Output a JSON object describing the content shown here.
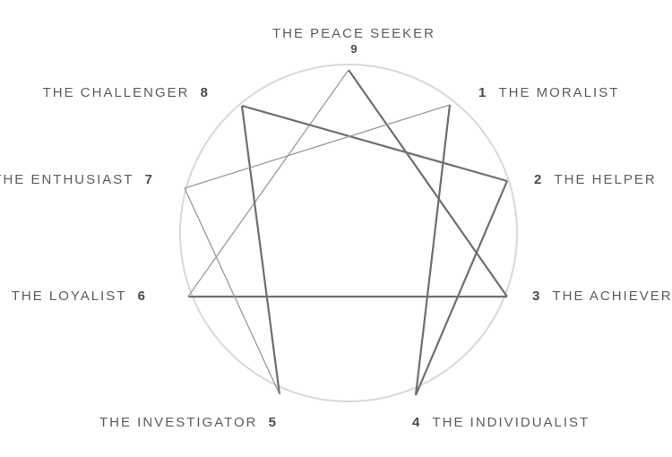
{
  "types": [
    {
      "number": "1",
      "name": "THE MORALIST"
    },
    {
      "number": "2",
      "name": "THE HELPER"
    },
    {
      "number": "3",
      "name": "THE ACHIEVER"
    },
    {
      "number": "4",
      "name": "THE INDIVIDUALIST"
    },
    {
      "number": "5",
      "name": "THE INVESTIGATOR"
    },
    {
      "number": "6",
      "name": "THE LOYALIST"
    },
    {
      "number": "7",
      "name": "THE ENTHUSIAST"
    },
    {
      "number": "8",
      "name": "THE CHALLENGER"
    },
    {
      "number": "9",
      "name": "THE PEACE SEEKER"
    }
  ],
  "connections": {
    "triangle": [
      "9",
      "3",
      "6"
    ],
    "hexad": [
      "1",
      "4",
      "2",
      "8",
      "5",
      "7"
    ]
  },
  "colors": {
    "circle": "#d8d8d8",
    "heavy_line": "#6f6f6f",
    "light_line": "#9a9a9a",
    "text": "#5c5c5c"
  }
}
